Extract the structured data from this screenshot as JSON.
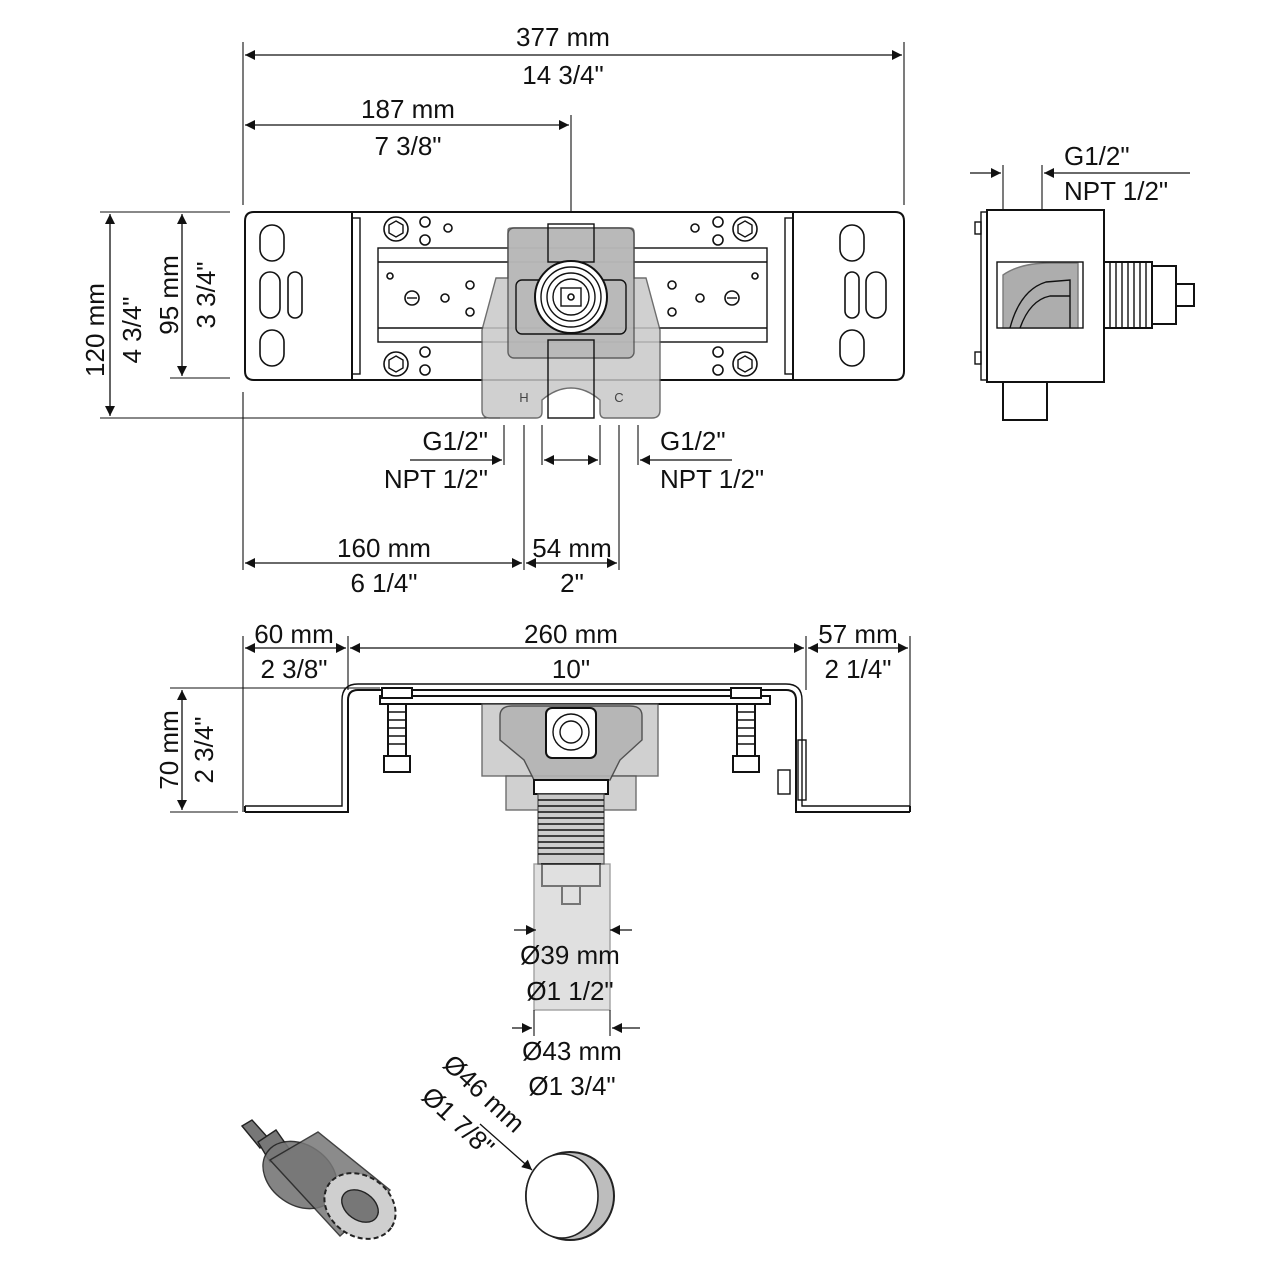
{
  "top_view": {
    "width_total_mm": "377 mm",
    "width_total_in": "14 3/4\"",
    "width_center_mm": "187 mm",
    "width_center_in": "7 3/8\"",
    "height_total_mm": "120 mm",
    "height_total_in": "4 3/4\"",
    "height_inner_mm": "95 mm",
    "height_inner_in": "3 3/4\"",
    "label_hot": "H",
    "label_cold": "C",
    "thread_left_1": "G1/2\"",
    "thread_left_2": "NPT 1/2\"",
    "thread_right_1": "G1/2\"",
    "thread_right_2": "NPT 1/2\"",
    "offset_mm": "160 mm",
    "offset_in": "6 1/4\"",
    "spacing_mm": "54 mm",
    "spacing_in": "2\""
  },
  "side_view": {
    "thread_1": "G1/2\"",
    "thread_2": "NPT 1/2\""
  },
  "front_view": {
    "left_mm": "60 mm",
    "left_in": "2 3/8\"",
    "middle_mm": "260 mm",
    "middle_in": "10\"",
    "right_mm": "57 mm",
    "right_in": "2 1/4\"",
    "depth_mm": "70 mm",
    "depth_in": "2 3/4\"",
    "dia_inner_mm": "Ø39 mm",
    "dia_inner_in": "Ø1 1/2\"",
    "dia_outer_mm": "Ø43 mm",
    "dia_outer_in": "Ø1 3/4\""
  },
  "hole_saw": {
    "dia_mm": "Ø46 mm",
    "dia_in": "Ø1 7/8\""
  }
}
